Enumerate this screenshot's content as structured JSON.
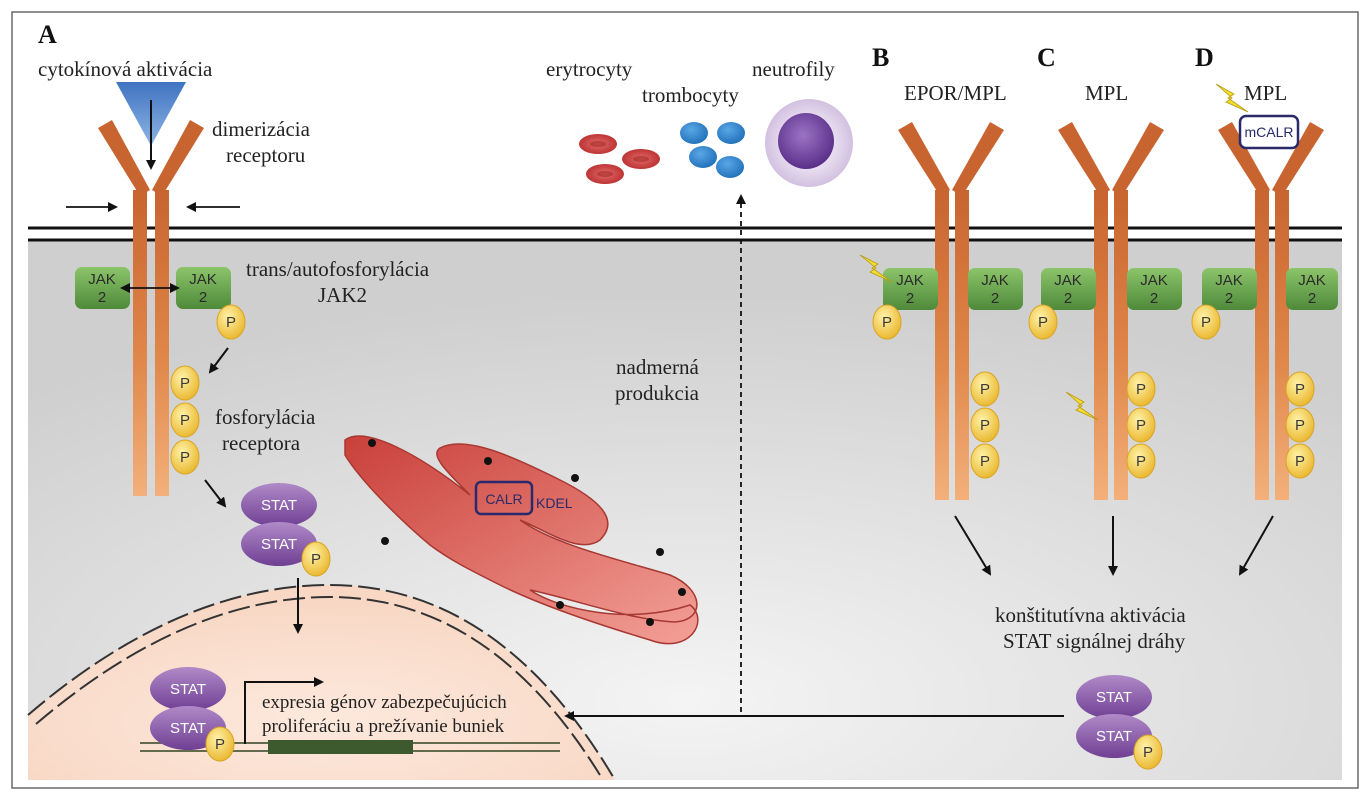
{
  "panels": {
    "a": "A",
    "b": "B",
    "c": "C",
    "d": "D"
  },
  "labels": {
    "cytokine_activation": "cytokínová aktivácia",
    "dimerization_line1": "dimerizácia",
    "dimerization_line2": "receptoru",
    "transphos_line1": "trans/autofosforylácia",
    "transphos_line2": "JAK2",
    "receptor_phos_line1": "fosforylácia",
    "receptor_phos_line2": "receptora",
    "overproduction_line1": "nadmerná",
    "overproduction_line2": "produkcia",
    "erythrocytes": "erytrocyty",
    "platelets": "trombocyty",
    "neutrophils": "neutrofily",
    "receptor_b": "EPOR/MPL",
    "receptor_c": "MPL",
    "receptor_d": "MPL",
    "constitutive_line1": "konštitutívna aktivácia",
    "constitutive_line2": "STAT signálnej dráhy",
    "expression_line1": "expresia génov zabezpečujúcich",
    "expression_line2": "proliferáciu a prežívanie buniek"
  },
  "molecules": {
    "jak_line1": "JAK",
    "jak_line2": "2",
    "phosphate": "P",
    "stat": "STAT",
    "calr": "CALR",
    "kdel": "KDEL",
    "mcalr": "mCALR"
  },
  "colors": {
    "receptor": "#c8642f",
    "receptor_light": "#f1a56c",
    "jak": "#6ea652",
    "phosphate": "#f0c23c",
    "stat": "#8a5aa8",
    "er": "#d9534d",
    "cytoplasm": "#d8d8d8",
    "nucleus": "#fbe3d6",
    "bolt": "#f5dd30"
  },
  "icons": {
    "activation": "lightning-bolt-icon",
    "ligand": "cytokine-cone-icon"
  }
}
